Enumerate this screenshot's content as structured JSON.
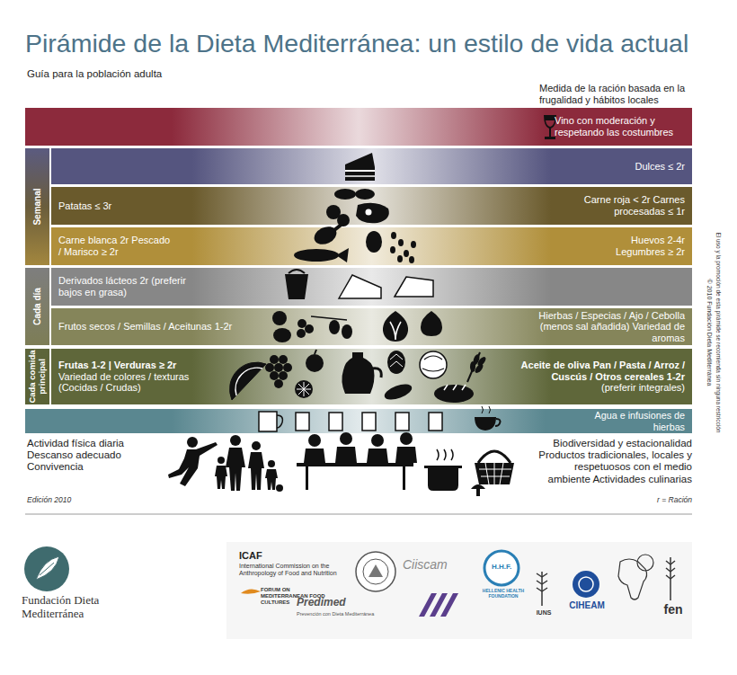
{
  "diagram": {
    "title": "Pirámide de la Dieta Mediterránea: un estilo de vida actual",
    "nodes": [
      {
        "text": [
          "Vino con moderación y respetando las costumbres"
        ]
      },
      {
        "text": [
          "Dulces ≤ 2r"
        ]
      },
      {
        "text": [
          "Patatas ≤ 3r",
          "Carne roja < 2r Carnes procesadas ≤ 1r"
        ]
      },
      {
        "text": [
          "Carne blanca 2r Pescado / Marisco ≥ 2r",
          "Huevos 2-4r Legumbres ≥ 2r"
        ]
      },
      {
        "text": [
          "Derivados lácteos 2r (preferir bajos en grasa)"
        ]
      },
      {
        "text": [
          "Frutos secos / Semillas / Aceitunas 1-2r",
          "Hierbas / Especias / Ajo / Cebolla (menos sal añadida) Variedad de aromas"
        ]
      },
      {
        "text": [
          "Frutas 1-2 | Verduras ≥ 2r",
          "Variedad de colores / texturas (Cocidas / Crudas)",
          "Aceite de oliva Pan / Pasta / Arroz / Cuscús / Otros cereales 1-2r",
          "(preferir integrales)"
        ]
      },
      {
        "text": [
          "Agua e infusiones de hierbas"
        ]
      }
    ],
    "labels": [
      "Guía para la población adulta",
      "Medida de la ración basada en la frugalidad y hábitos locales",
      "Semanal",
      "Cada día",
      "Cada comida principal",
      "Actividad física diaria Descanso adecuado Convivencia",
      "Biodiversidad y estacionalidad Productos tradicionales, locales y respetuosos con el medio ambiente Actividades culinarias",
      "Edición 2010",
      "r = Ración",
      "© 2010 Fundación Dieta Mediterránea",
      "El uso y la promoción de esta pirámide se recomienda sin ninguna restricción",
      "Fundación Dieta Mediterránea",
      "ICAF",
      "International Commission on the Anthropology of Food and Nutrition",
      "Ciiscam",
      "HELLENIC HEALTH FOUNDATION",
      "H.H.F.",
      "FORUM ON MEDITERRANEAN FOOD CULTURES",
      "Predimed",
      "Prevención con Dieta Mediterránea",
      "IUNS",
      "CIHEAM",
      "fen"
    ]
  }
}
